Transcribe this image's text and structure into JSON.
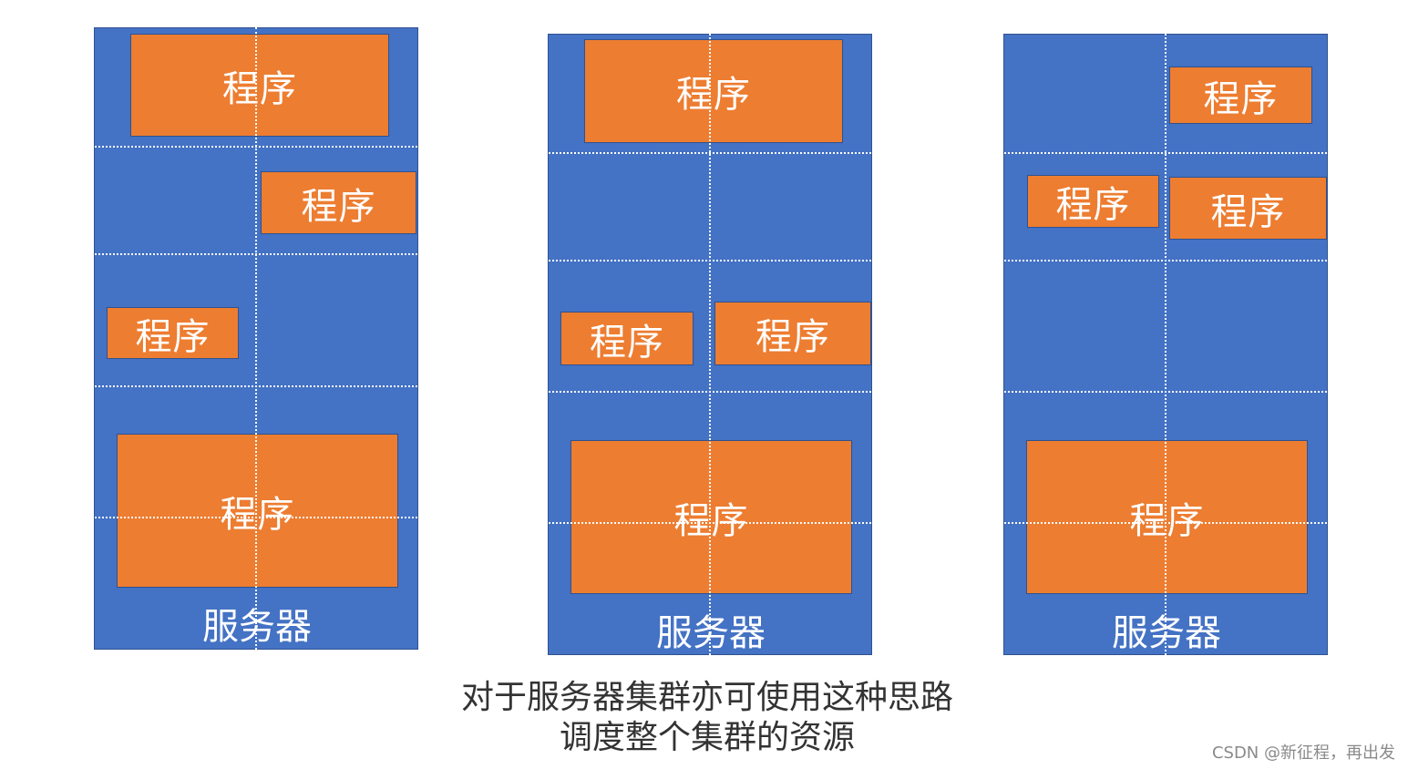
{
  "colors": {
    "server_fill": "#4472C4",
    "program_fill": "#ED7D31",
    "border": "#2F528F",
    "text": "#FFFFFF",
    "caption": "#333333",
    "watermark": "#8A8A8A"
  },
  "servers": [
    {
      "label": "服务器",
      "programs": [
        {
          "label": "程序"
        },
        {
          "label": "程序"
        },
        {
          "label": "程序"
        },
        {
          "label": "程序"
        }
      ]
    },
    {
      "label": "服务器",
      "programs": [
        {
          "label": "程序"
        },
        {
          "label": "程序"
        },
        {
          "label": "程序"
        },
        {
          "label": "程序"
        }
      ]
    },
    {
      "label": "服务器",
      "programs": [
        {
          "label": "程序"
        },
        {
          "label": "程序"
        },
        {
          "label": "程序"
        },
        {
          "label": "程序"
        }
      ]
    }
  ],
  "caption": {
    "line1": "对于服务器集群亦可使用这种思路",
    "line2": "调度整个集群的资源"
  },
  "watermark": "CSDN @新征程，再出发"
}
